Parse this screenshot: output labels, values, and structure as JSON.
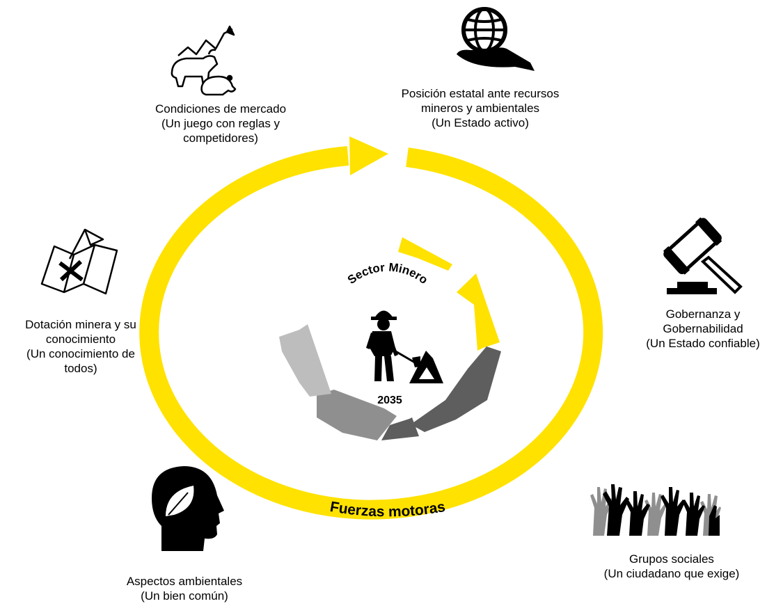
{
  "center": {
    "title": "Sector Minero",
    "year": "2035"
  },
  "ring": {
    "label": "Fuerzas motoras"
  },
  "colors": {
    "ring": "#FFE200",
    "cycle_yellow": "#FFE200",
    "cycle_dark": "#5E5E5E",
    "cycle_mid": "#8F8F8F",
    "cycle_light": "#BDBDBD",
    "icon": "#000000"
  },
  "forces": [
    {
      "id": "mercado",
      "icon": "bull-bear-market-icon",
      "lines": [
        "Condiciones de mercado",
        "(Un juego con reglas y",
        "competidores)"
      ]
    },
    {
      "id": "estado",
      "icon": "globe-in-hand-icon",
      "lines": [
        "Posición estatal ante recursos",
        "mineros y ambientales",
        "(Un Estado activo)"
      ]
    },
    {
      "id": "gobernanza",
      "icon": "gavel-icon",
      "lines": [
        "Gobernanza y",
        "Gobernabilidad",
        "(Un Estado confiable)"
      ]
    },
    {
      "id": "grupos",
      "icon": "raised-hands-icon",
      "lines": [
        "Grupos sociales",
        "(Un ciudadano que exige)"
      ]
    },
    {
      "id": "ambientales",
      "icon": "head-leaf-icon",
      "lines": [
        "Aspectos ambientales",
        "(Un bien común)"
      ]
    },
    {
      "id": "dotacion",
      "icon": "treasure-map-icon",
      "lines": [
        "Dotación minera y su",
        "conocimiento",
        "(Un conocimiento de",
        "todos)"
      ]
    }
  ]
}
